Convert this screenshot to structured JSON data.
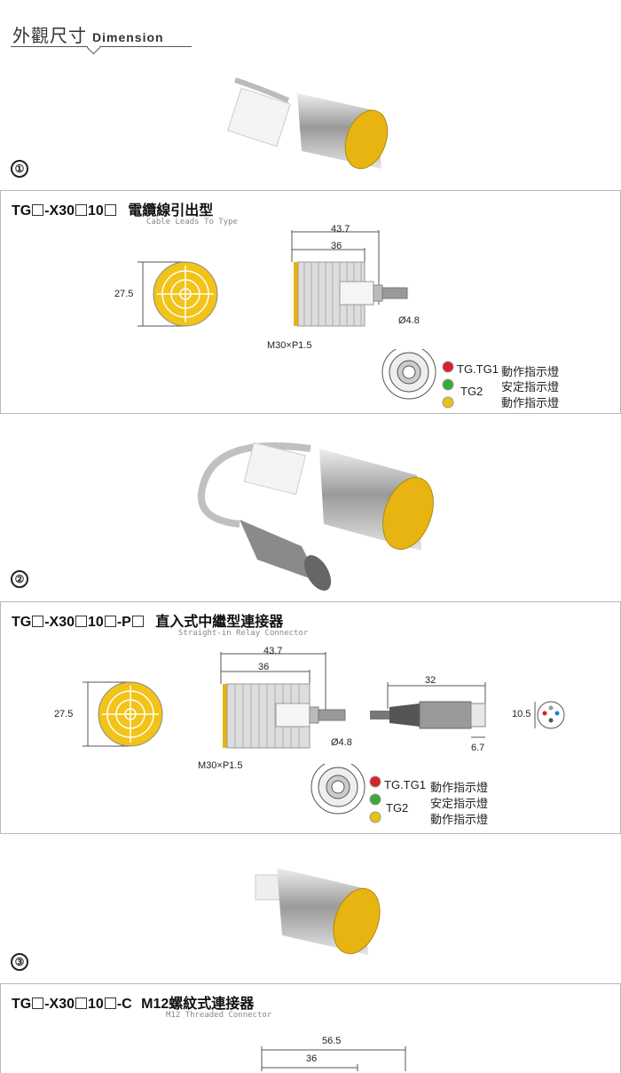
{
  "header": {
    "title_cn": "外觀尺寸",
    "title_en": "Dimension"
  },
  "sections": [
    {
      "number": "①",
      "title_prefix": "TG",
      "title_parts": [
        "TG",
        "-X30",
        "10",
        ""
      ],
      "title_cn": "電纜線引出型",
      "subtitle": "Cable Leads To Type",
      "dims": {
        "overall": "43.7",
        "body": "36",
        "face": "27.5",
        "cable": "Ø4.8",
        "thread": "M30×P1.5"
      },
      "legend": {
        "red": "TG.TG1",
        "green": "TG2",
        "red_text": "動作指示燈",
        "green_text": "安定指示燈",
        "yellow_text": "動作指示燈"
      }
    },
    {
      "number": "②",
      "title_parts": [
        "TG",
        "-X30",
        "10",
        "-P",
        ""
      ],
      "title_cn": "直入式中繼型連接器",
      "subtitle": "Straight-in Relay Connector",
      "dims": {
        "overall": "43.7",
        "body": "36",
        "face": "27.5",
        "cable": "Ø4.8",
        "thread": "M30×P1.5",
        "connector_len": "32",
        "connector_tip": "6.7",
        "pin_dia": "10.5"
      },
      "legend": {
        "red": "TG.TG1",
        "green": "TG2",
        "red_text": "動作指示燈",
        "green_text": "安定指示燈",
        "yellow_text": "動作指示燈"
      }
    },
    {
      "number": "③",
      "title_parts": [
        "TG",
        "-X30",
        "10",
        "-C"
      ],
      "title_cn": "M12螺紋式連接器",
      "subtitle": "M12 Threaded Connector",
      "dims": {
        "overall": "56.5",
        "body": "36"
      }
    }
  ],
  "colors": {
    "yellow": "#f2c318",
    "metal": "#c9c9c9",
    "red_led": "#d8212b",
    "green_led": "#3aa83a",
    "yellow_led": "#e8c20f"
  }
}
